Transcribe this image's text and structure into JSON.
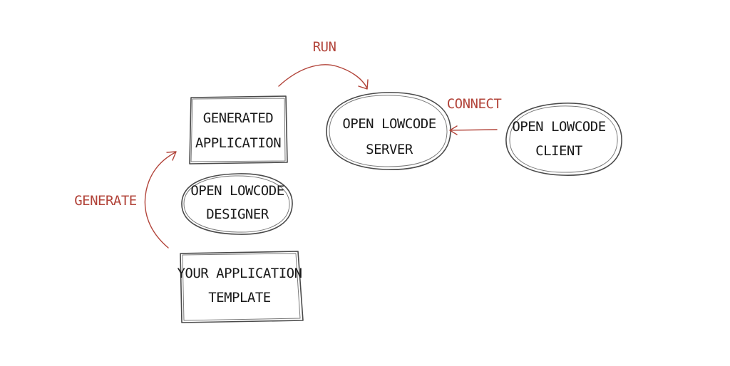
{
  "nodes": {
    "generated_application": {
      "line1": "GENERATED",
      "line2": "APPLICATION"
    },
    "designer": {
      "line1": "OPEN LOWCODE",
      "line2": "DESIGNER"
    },
    "template": {
      "line1": "YOUR APPLICATION",
      "line2": "TEMPLATE"
    },
    "server": {
      "line1": "OPEN  LOWCODE",
      "line2": "SERVER"
    },
    "client": {
      "line1": "OPEN LOWCODE",
      "line2": "CLIENT"
    }
  },
  "labels": {
    "run": "RUN",
    "connect": "CONNECT",
    "generate": "GENERATE"
  },
  "colors": {
    "ink": "#1a1a1a",
    "outline": "#4a4a4a",
    "accent": "#b2443a"
  }
}
